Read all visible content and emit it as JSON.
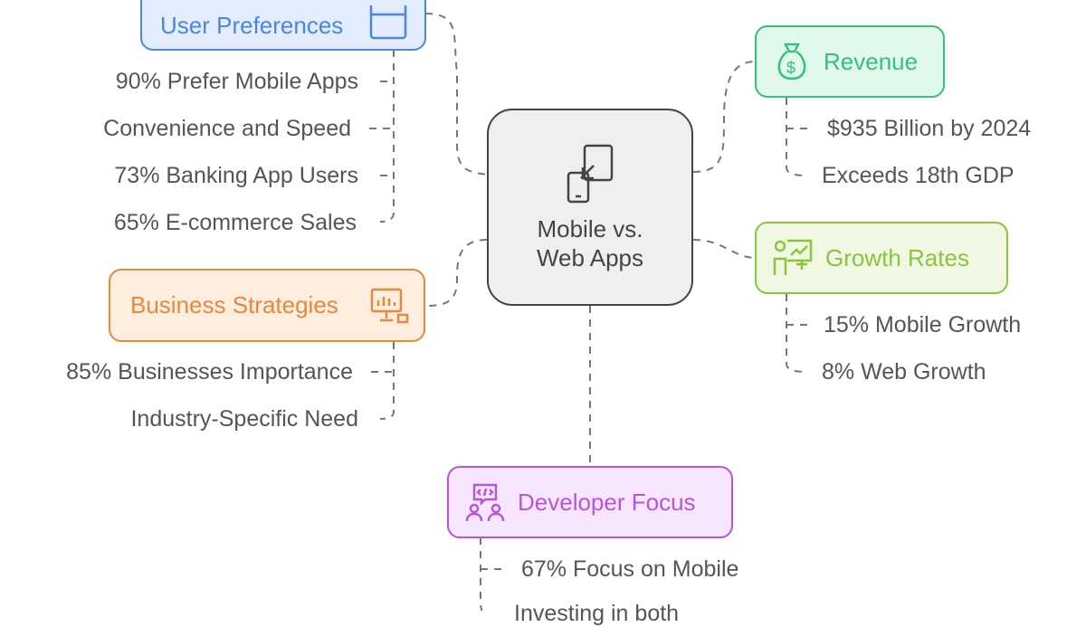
{
  "center": {
    "line1": "Mobile vs.",
    "line2": "Web Apps",
    "icon": "device-switch-icon"
  },
  "nodes": {
    "user_prefs": {
      "label": "User Preferences",
      "icon": "layout-icon",
      "color": "#4a86e8",
      "leaves": [
        "90% Prefer Mobile Apps",
        "Convenience and Speed",
        "73% Banking App Users",
        "65% E-commerce Sales"
      ]
    },
    "business": {
      "label": "Business Strategies",
      "icon": "presentation-chart-icon",
      "color": "#e8883a",
      "leaves": [
        "85% Businesses Importance",
        "Industry-Specific Need"
      ]
    },
    "revenue": {
      "label": "Revenue",
      "icon": "money-bag-icon",
      "color": "#34c27a",
      "leaves": [
        "$935 Billion by 2024",
        "Exceeds 18th GDP"
      ]
    },
    "growth": {
      "label": "Growth Rates",
      "icon": "growth-presenter-icon",
      "color": "#8cc43c",
      "leaves": [
        "15% Mobile Growth",
        "8% Web Growth"
      ]
    },
    "developer": {
      "label": "Developer Focus",
      "icon": "developers-code-icon",
      "color": "#b755e0",
      "leaves": [
        "67% Focus on Mobile",
        "Investing in both"
      ]
    }
  }
}
